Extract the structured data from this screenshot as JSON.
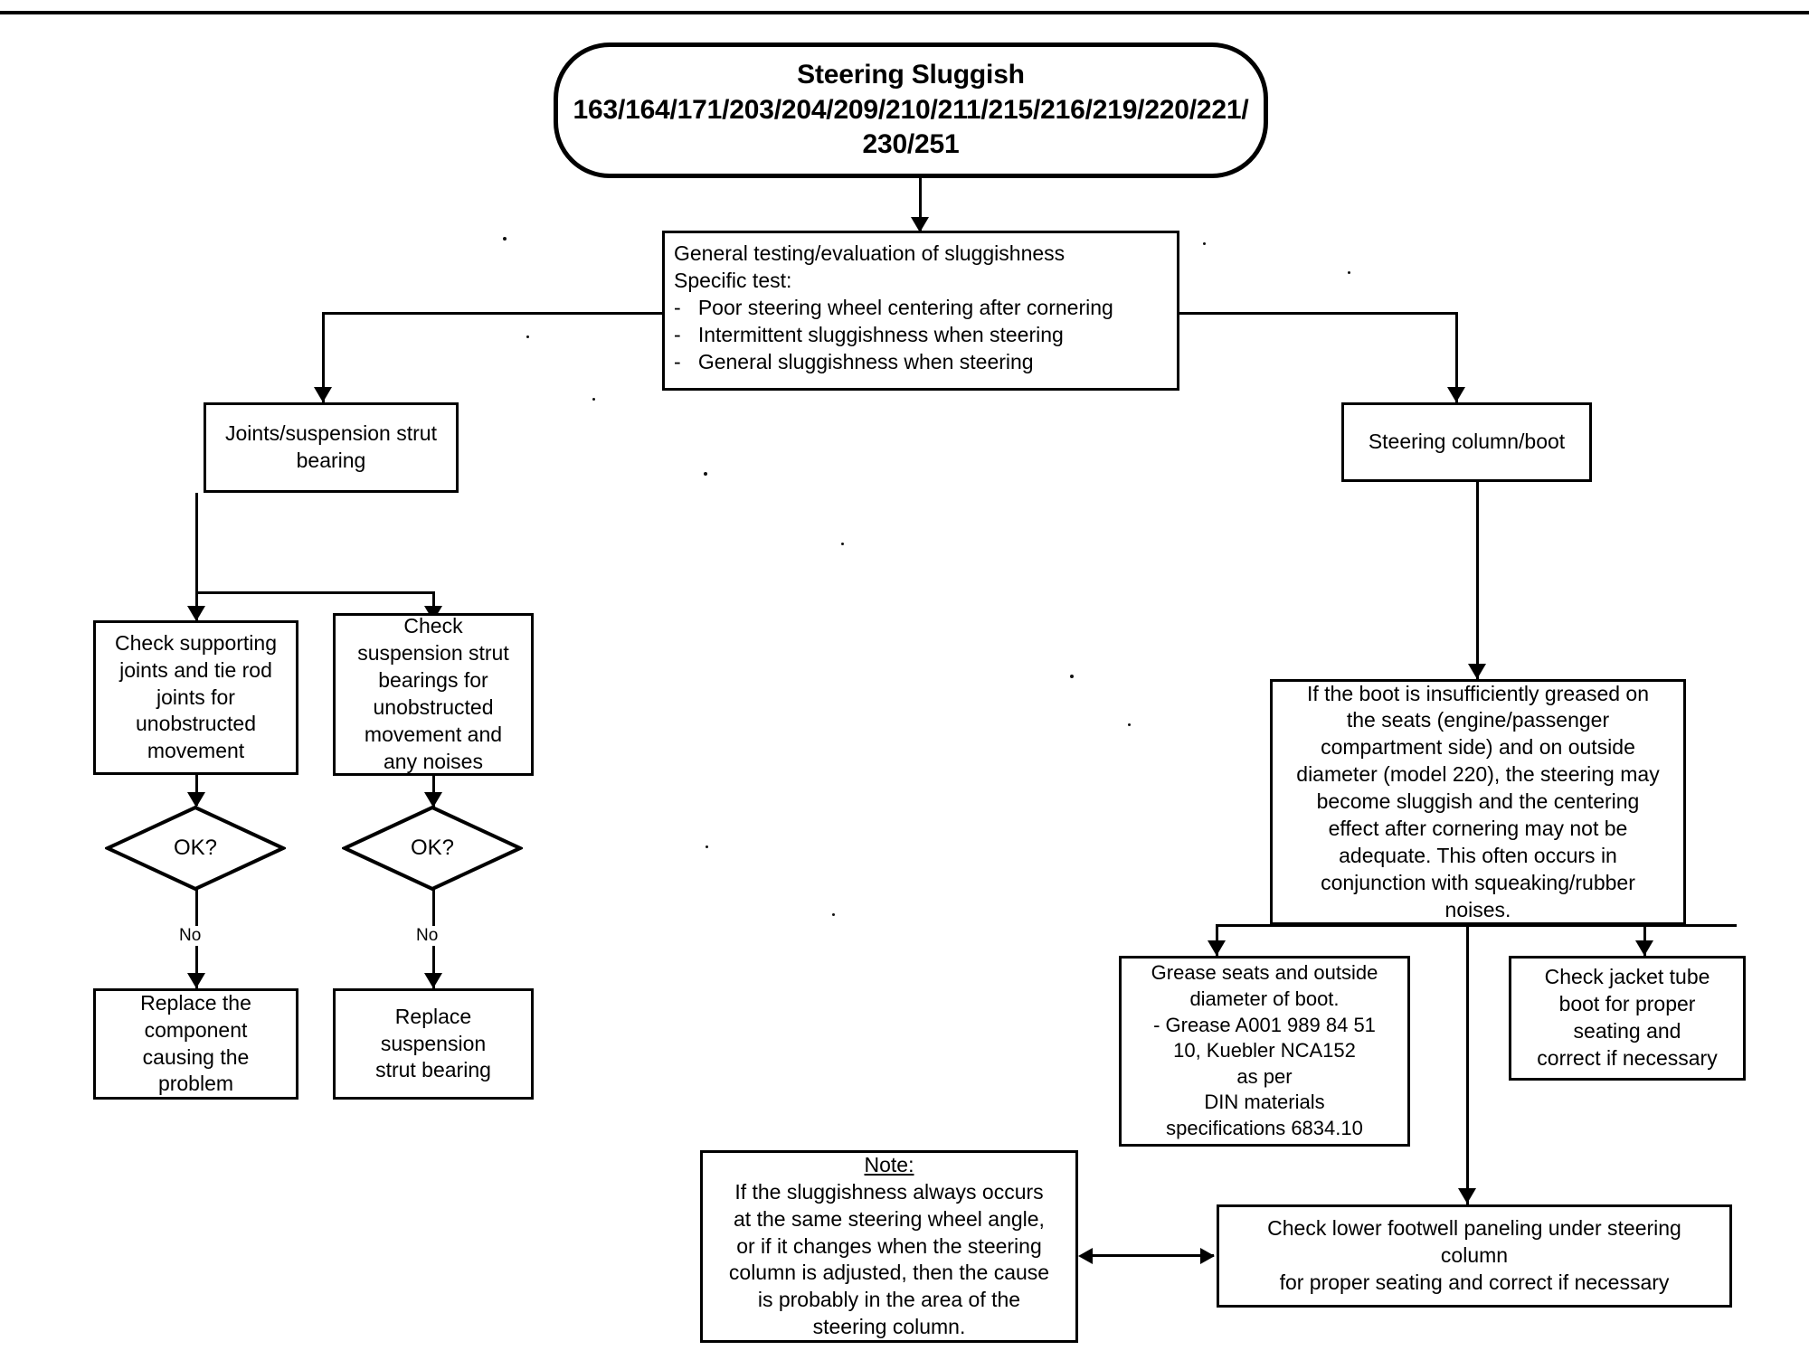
{
  "diagram": {
    "title": "Steering Sluggish",
    "type": "troubleshooting-flowchart"
  },
  "nodes": {
    "start": {
      "line1": "Steering Sluggish",
      "line2": "163/164/171/203/204/209/210/211/215/216/219/220/221/",
      "line3": "230/251"
    },
    "general_test": {
      "heading": "General testing/evaluation of sluggishness",
      "subheading": "Specific test:",
      "bullets": [
        "-   Poor steering wheel centering after cornering",
        "-   Intermittent sluggishness when steering",
        "-   General sluggishness when steering"
      ]
    },
    "joints_branch": "Joints/suspension strut\nbearing",
    "column_branch": "Steering column/boot",
    "check_supporting": "Check supporting\njoints and tie rod\njoints for\nunobstructed\nmovement",
    "check_strut": "Check\nsuspension strut\nbearings for\nunobstructed\nmovement and\nany noises",
    "decision_left": "OK?",
    "decision_right": "OK?",
    "edge_no_left": "No",
    "edge_no_right": "No",
    "replace_component": "Replace the\ncomponent\ncausing the\nproblem",
    "replace_strut": "Replace\nsuspension\nstrut bearing",
    "boot_description": "If the boot is insufficiently greased on\nthe seats (engine/passenger\ncompartment side) and on outside\ndiameter (model 220), the steering may\nbecome sluggish and the centering\neffect after cornering may not be\nadequate. This often occurs in\nconjunction with squeaking/rubber\nnoises.",
    "grease_seats": "Grease seats and outside\ndiameter of boot.\n- Grease A001 989 84 51\n 10,        Kuebler NCA152\nas per\nDIN materials\nspecifications 6834.10",
    "check_jacket_tube": "Check jacket tube\nboot for proper\nseating and\ncorrect if necessary",
    "check_footwell": "Check lower footwell paneling under steering\ncolumn\nfor proper seating and correct if necessary",
    "note": {
      "title": "Note:",
      "body": "If the sluggishness always occurs\nat the same steering wheel angle,\nor if it changes when the steering\ncolumn is adjusted, then the cause\nis probably in the area of the\nsteering column."
    }
  },
  "colors": {
    "stroke": "#000000",
    "background": "#ffffff"
  }
}
